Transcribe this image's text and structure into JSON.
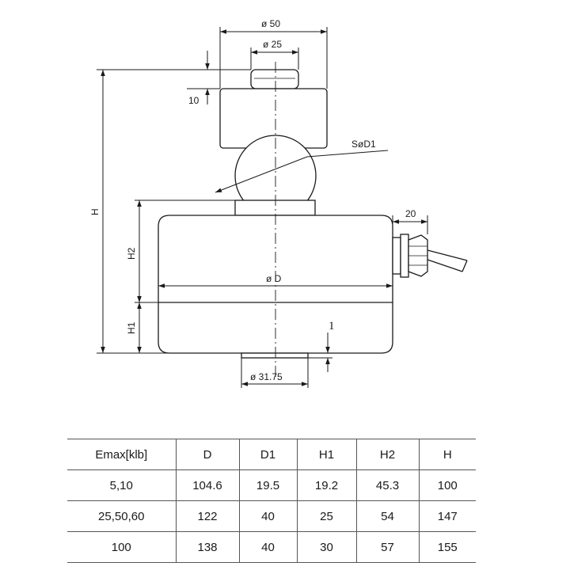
{
  "drawing": {
    "dims": {
      "outer_top": "ø 50",
      "inner_top": "ø 25",
      "top_height": "10",
      "sphere": "SøD1",
      "overall_height": "H",
      "h2": "H2",
      "h1": "H1",
      "body_dia": "ø D",
      "connector": "20",
      "base_step": "1",
      "base_dia": "ø 31.75"
    }
  },
  "table": {
    "headers": [
      "Emax[klb]",
      "D",
      "D1",
      "H1",
      "H2",
      "H"
    ],
    "rows": [
      [
        "5,10",
        "104.6",
        "19.5",
        "19.2",
        "45.3",
        "100"
      ],
      [
        "25,50,60",
        "122",
        "40",
        "25",
        "54",
        "147"
      ],
      [
        "100",
        "138",
        "40",
        "30",
        "57",
        "155"
      ]
    ]
  }
}
